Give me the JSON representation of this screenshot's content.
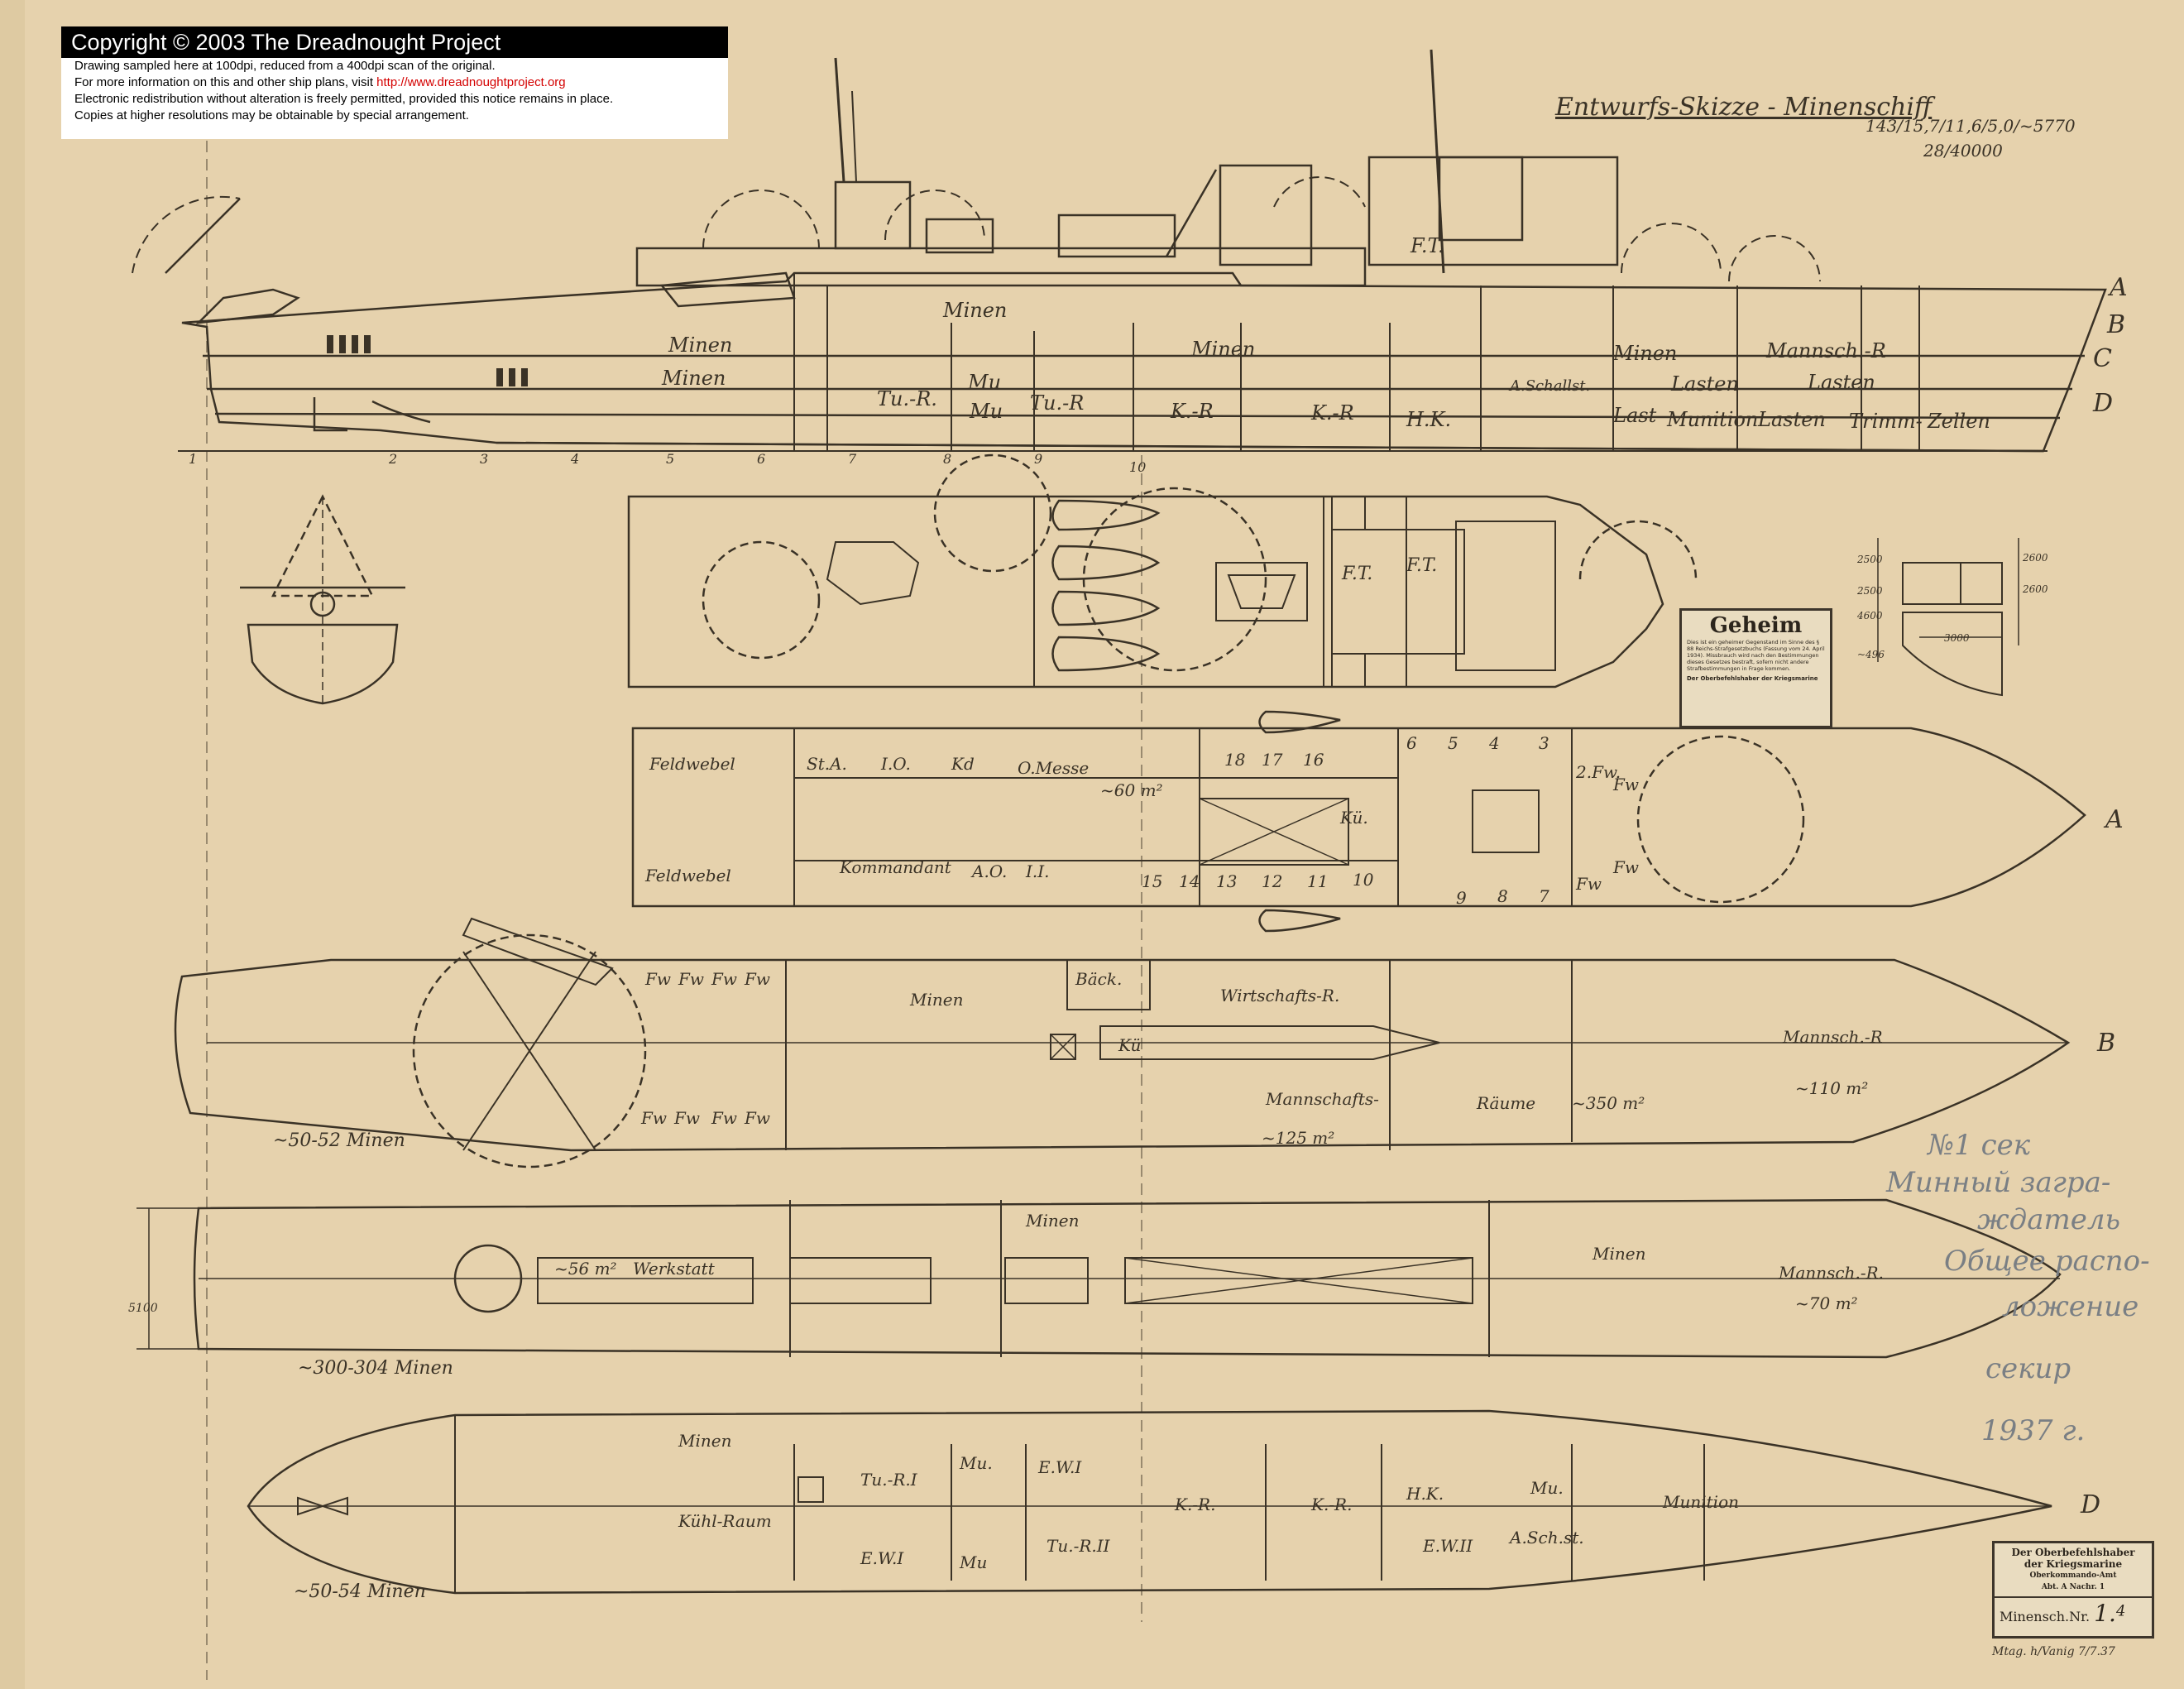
{
  "notice": {
    "title": "Copyright © 2003 The Dreadnought Project",
    "lines": [
      "Drawing sampled here at 100dpi, reduced from a 400dpi scan of the original.",
      "For more information on this and other ship plans, visit ",
      "Electronic redistribution without alteration is freely permitted, provided this notice remains in place.",
      "Copies at higher resolutions may be obtainable by special arrangement."
    ],
    "link": "http://www.dreadnoughtproject.org"
  },
  "drawing": {
    "title": "Entwurfs-Skizze - Minenschiff",
    "specs_line1": "143/15,7/11,6/5,0/~5770",
    "specs_line2": "28/40000",
    "deck_letters": [
      "A",
      "B",
      "C",
      "D"
    ],
    "frame_numbers": [
      "1",
      "2",
      "3",
      "4",
      "5",
      "6",
      "7",
      "8",
      "9",
      "10"
    ],
    "colors": {
      "paper": "#e6d2ad",
      "ink": "#3a3226",
      "red_ink": "#d40000"
    }
  },
  "profile_labels": [
    "Minen",
    "Minen",
    "Minen",
    "Minen",
    "Mu",
    "Mu",
    "Tu.-R.",
    "Tu.-R",
    "K.-R",
    "K.-R",
    "H.K.",
    "A.Schallst.",
    "Minen",
    "Mannsch.-R",
    "Lasten",
    "Lasten",
    "Last",
    "Munition",
    "Lasten",
    "Trimm-",
    "Zellen",
    "F.T."
  ],
  "bridge_deck_labels": [
    "F.T.",
    "F.T."
  ],
  "deck_A_labels": [
    "Feldwebel",
    "St.A.",
    "I.O.",
    "Kd",
    "O.Messe",
    "~60 m²",
    "18",
    "17",
    "16",
    "Kü.",
    "6",
    "5",
    "4",
    "3",
    "2.Fw.",
    "Fw",
    "Feldwebel",
    "Kommandant",
    "A.O.",
    "I.I.",
    "15",
    "14",
    "13",
    "12",
    "11",
    "10",
    "9",
    "8",
    "7",
    "Fw",
    "Fw"
  ],
  "deck_B_labels": [
    "Fw",
    "Fw",
    "Fw",
    "Fw",
    "Minen",
    "Bäck.",
    "Wirtschafts-R.",
    "Kü",
    "Mannsch.-R",
    "Fw",
    "Fw",
    "Fw",
    "Fw",
    "Mannschafts-",
    "Räume",
    "~350 m²",
    "~125 m²",
    "~110 m²"
  ],
  "deck_B_caption": "~50-52 Minen",
  "deck_C_labels": [
    "~56 m²",
    "Werkstatt",
    "Minen",
    "Minen",
    "Mannsch.-R.",
    "~70 m²"
  ],
  "deck_C_caption": "~300-304 Minen",
  "deck_C_dimension": "5100",
  "deck_D_labels": [
    "Minen",
    "Kühl-Raum",
    "Tu.-R.I",
    "Mu.",
    "E.W.I",
    "E.W.I",
    "Tu.-R.II",
    "Mu",
    "K.-R.",
    "K.-R.",
    "H.K.",
    "Mu.",
    "E.W.II",
    "A.Sch.st.",
    "Munition"
  ],
  "deck_D_caption": "~50-54 Minen",
  "section_dims": [
    "2500",
    "2500",
    "4600",
    "2600",
    "2600",
    "3000",
    "~496"
  ],
  "geheim_stamp": {
    "title": "Geheim",
    "text": "Dies ist ein geheimer Gegenstand im Sinne des § 88 Reichs-Strafgesetzbuchs (Fassung vom 24. April 1934). Missbrauch wird nach den Bestimmungen dieses Gesetzes bestraft, sofern nicht andere Strafbestimmungen in Frage kommen.",
    "footer": "Der Oberbefehlshaber der Kriegsmarine"
  },
  "office_stamp": {
    "line1": "Der Oberbefehlshaber",
    "line2": "der Kriegsmarine",
    "line3": "Oberkommando-Amt",
    "line4": "Abt. A  Nachr. 1",
    "label": "Minensch.Nr.",
    "number": "1.",
    "superscript": "4"
  },
  "annotations": {
    "pencil_lines": [
      "№1 сек",
      "Минный загра-",
      "ждатель",
      "Общее распо-",
      "ложение",
      "секир",
      "1937 г."
    ],
    "signature": "Mtag. h/Vanig 7/7.37"
  }
}
